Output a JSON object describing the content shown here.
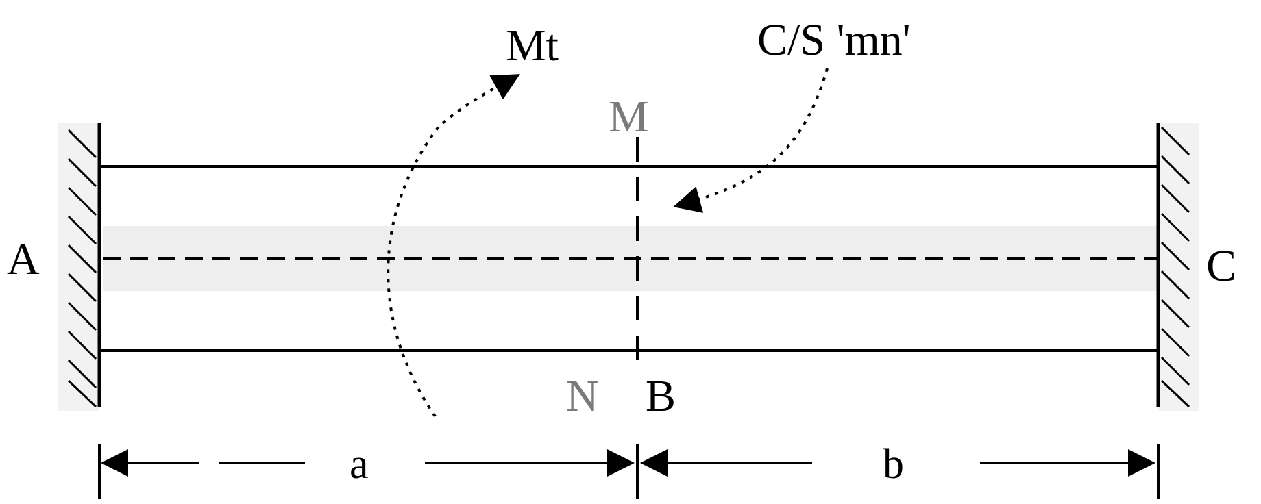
{
  "labels": {
    "support_left": "A",
    "support_right": "C",
    "torque": "Mt",
    "section": "C/S 'mn'",
    "top_section": "M",
    "bottom_section_n": "N",
    "bottom_section_b": "B",
    "dim_a": "a",
    "dim_b": "b"
  },
  "colors": {
    "ink": "#000000",
    "shadow": "#d9d9d9",
    "label_gray": "#7a7a7a"
  }
}
